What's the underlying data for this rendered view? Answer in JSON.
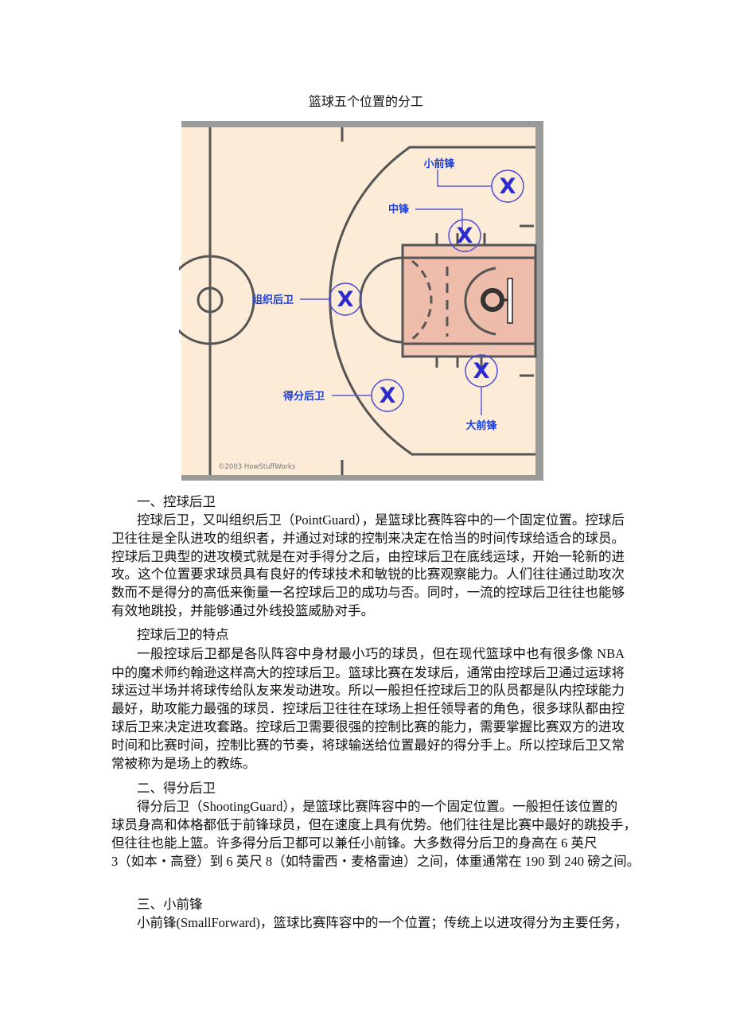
{
  "title": "篮球五个位置的分工",
  "diagram": {
    "labels": {
      "small_forward": "小前锋",
      "center": "中锋",
      "point_guard": "组织后卫",
      "shooting_guard": "得分后卫",
      "power_forward": "大前锋"
    },
    "player_mark": "X",
    "copyright": "©2003 HowStuffWorks",
    "colors": {
      "floor": "#fcebd6",
      "lane": "#f0c0ae",
      "lines": "#555555",
      "marker": "#2b2bd0",
      "label": "#1a3fe0"
    }
  },
  "body": [
    "一、控球后卫",
    "控球后卫，又叫组织后卫（PointGuard），是篮球比赛阵容中的一个固定位置。控球后",
    "卫往往是全队进攻的组织者，并通过对球的控制来决定在恰当的时间传球给适合的球员。",
    "控球后卫典型的进攻模式就是在对手得分之后，由控球后卫在底线运球，开始一轮新的进",
    "攻。这个位置要求球员具有良好的传球技术和敏锐的比赛观察能力。人们往往通过助攻次",
    "数而不是得分的高低来衡量一名控球后卫的成功与否。同时，一流的控球后卫往往也能够",
    "有效地跳投，并能够通过外线投篮威胁对手。",
    "控球后卫的特点",
    "一般控球后卫都是各队阵容中身材最小巧的球员，但在现代篮球中也有很多像 NBA",
    "中的魔术师约翰逊这样高大的控球后卫。篮球比赛在发球后，通常由控球后卫通过运球将",
    "球运过半场并将球传给队友来发动进攻。所以一般担任控球后卫的队员都是队内控球能力",
    "最好，助攻能力最强的球员．控球后卫往往在球场上担任领导者的角色，很多球队都由控",
    "球后卫来决定进攻套路。控球后卫需要很强的控制比赛的能力，需要掌握比赛双方的进攻",
    "时间和比赛时间，控制比赛的节奏，将球输送给位置最好的得分手上。所以控球后卫又常",
    "常被称为是场上的教练。",
    "二、得分后卫",
    "得分后卫（ShootingGuard），是篮球比赛阵容中的一个固定位置。一般担任该位置的",
    "球员身高和体格都低于前锋球员，但在速度上具有优势。他们往往是比赛中最好的跳投手，",
    "但往往也能上篮。许多得分后卫都可以兼任小前锋。大多数得分后卫的身高在 6 英尺",
    "3（如本・高登）到 6 英尺 8（如特雷西・麦格雷迪）之间，体重通常在 190 到 240 磅之间。",
    "三、小前锋",
    "小前锋(SmallForward)，篮球比赛阵容中的一个位置；传统上以进攻得分为主要任务，"
  ]
}
